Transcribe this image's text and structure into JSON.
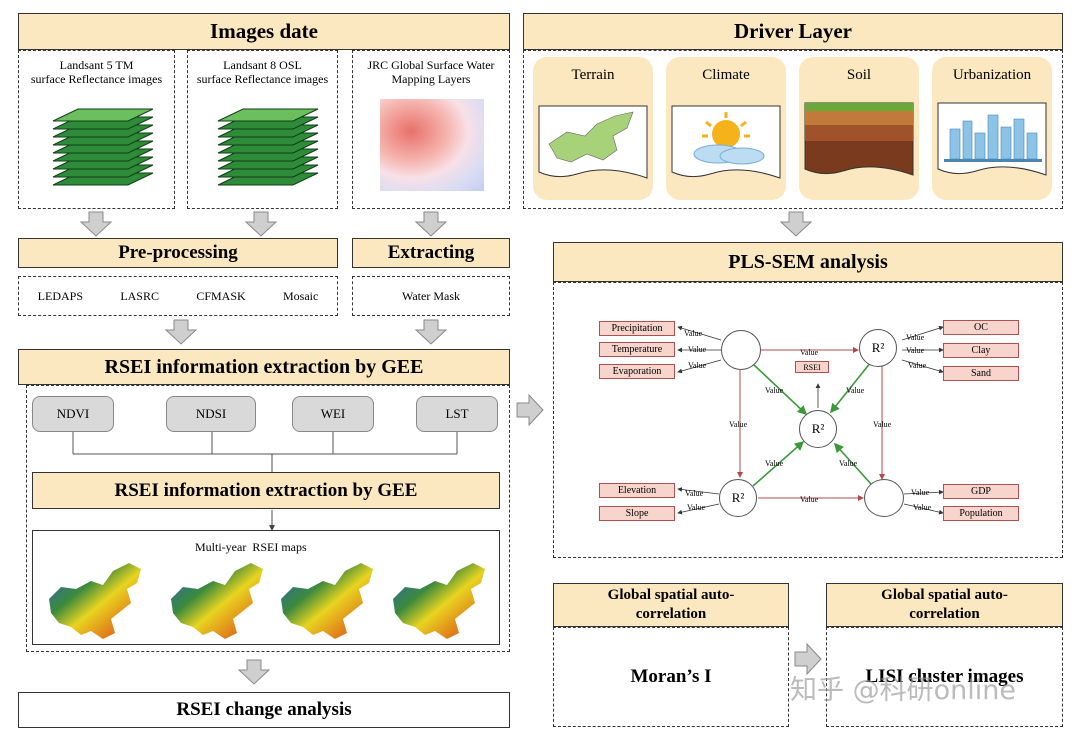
{
  "images_date": {
    "title": "Images date",
    "landsat5": "Landsant 5 TM\nsurface Reflectance images",
    "landsat8": "Landsant 8 OSL\nsurface Reflectance images",
    "jrc": "JRC Global Surface Water\nMapping Layers"
  },
  "preprocessing": {
    "title": "Pre-processing",
    "tools": [
      "LEDAPS",
      "LASRC",
      "CFMASK",
      "Mosaic"
    ]
  },
  "extracting": {
    "title": "Extracting",
    "tool": "Water Mask"
  },
  "rsei": {
    "title": "RSEI information extraction by GEE",
    "indices": [
      "NDVI",
      "NDSI",
      "WEI",
      "LST"
    ],
    "subtitle": "RSEI information extraction by GEE",
    "maps_label": "Multi-year  RSEI maps"
  },
  "change": {
    "title": "RSEI change analysis"
  },
  "driver": {
    "title": "Driver Layer",
    "cards": [
      "Terrain",
      "Climate",
      "Soil",
      "Urbanization"
    ]
  },
  "pls": {
    "title": "PLS-SEM analysis",
    "left_vars": [
      "Precipitation",
      "Temperature",
      "Evaporation"
    ],
    "right_vars": [
      "OC",
      "Clay",
      "Sand"
    ],
    "bottom_left_vars": [
      "Elevation",
      "Slope"
    ],
    "bottom_right_vars": [
      "GDP",
      "Population"
    ],
    "center": "RSEI",
    "r2": "R²",
    "value": "Value"
  },
  "global_left": {
    "title": "Global spatial auto-\ncorrelation",
    "content": "Moran’s I"
  },
  "global_right": {
    "title": "Global spatial auto-\ncorrelation",
    "content": "LISI cluster images"
  },
  "watermark": "知乎 @科研online",
  "colors": {
    "header_fill": "#fce8c0",
    "pls_box": "#f7d5cc",
    "pls_red": "#b04a4a",
    "pls_green": "#3a9a3a",
    "gray_box": "#d9d9d9"
  }
}
